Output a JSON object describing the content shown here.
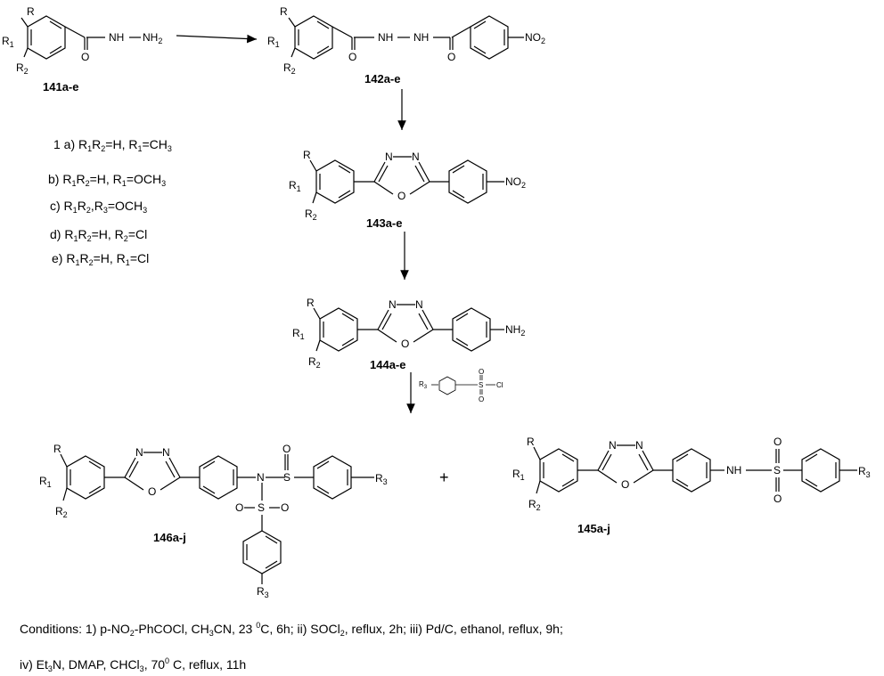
{
  "compounds": {
    "c141": "141a-e",
    "c142": "142a-e",
    "c143": "143a-e",
    "c144": "144a-e",
    "c145": "145a-j",
    "c146": "146a-j"
  },
  "atoms": {
    "R": "R",
    "R1": "R",
    "R2": "R",
    "R3": "R",
    "sub1": "1",
    "sub2": "2",
    "sub3": "3",
    "O": "O",
    "N": "N",
    "S": "S",
    "Cl": "Cl",
    "NH": "NH",
    "NH2": "NH",
    "NO2": "NO",
    "plus": "+"
  },
  "variants": [
    {
      "pre": "1 a) R",
      "rest": "=H, R",
      "tail": "=CH",
      "sub": "3"
    },
    {
      "pre": "b) R",
      "rest": "=H, R",
      "tail": "=OCH",
      "sub": "3"
    },
    {
      "pre": "c) R",
      "rest": "R",
      "tail": ",R",
      "tail2": "=OCH",
      "sub": "3"
    },
    {
      "pre": "d) R",
      "rest": "=H, R",
      "tail": "=Cl"
    },
    {
      "pre": "e) R",
      "rest": "=H, R",
      "tail": "=Cl"
    }
  ],
  "conditions": {
    "line1": {
      "a": "Conditions: 1) p-NO",
      "a_sub": "2",
      "b": "-PhCOCl, CH",
      "b_sub": "3",
      "c": "CN, 23 ",
      "c_sup": "0",
      "d": "C, 6h; ii) SOCl",
      "d_sub": "2",
      "e": ", reflux, 2h; iii) Pd/C, ethanol, reflux, 9h;"
    },
    "line2": {
      "a": "iv) Et",
      "a_sub": "3",
      "b": "N, DMAP, CHCl",
      "b_sub": "3",
      "c": ", 70",
      "c_sup": "0",
      "d": " C, reflux, 11h"
    }
  }
}
